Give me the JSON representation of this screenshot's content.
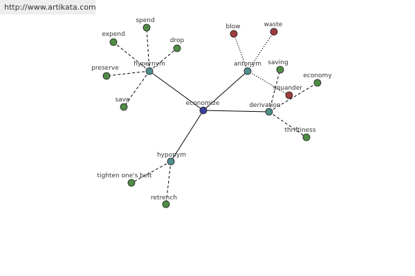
{
  "banner": {
    "url": "http://www.artikata.com"
  },
  "colors": {
    "center": "#3b3f9e",
    "relation": "#4f8f8c",
    "word": "#4f8c45",
    "antonym_word": "#9b3d3d"
  },
  "graph": {
    "nodes": [
      {
        "id": "economize",
        "label": "economize",
        "kind": "center"
      },
      {
        "id": "hypernym",
        "label": "hypernym",
        "kind": "relation"
      },
      {
        "id": "antonym",
        "label": "antonym",
        "kind": "relation"
      },
      {
        "id": "derivation",
        "label": "derivation",
        "kind": "relation"
      },
      {
        "id": "hyponym",
        "label": "hyponym",
        "kind": "relation"
      },
      {
        "id": "spend",
        "label": "spend",
        "kind": "word"
      },
      {
        "id": "expend",
        "label": "expend",
        "kind": "word"
      },
      {
        "id": "drop",
        "label": "drop",
        "kind": "word"
      },
      {
        "id": "preserve",
        "label": "preserve",
        "kind": "word"
      },
      {
        "id": "save",
        "label": "save",
        "kind": "word"
      },
      {
        "id": "blow",
        "label": "blow",
        "kind": "antonym_word"
      },
      {
        "id": "waste",
        "label": "waste",
        "kind": "antonym_word"
      },
      {
        "id": "squander",
        "label": "squander",
        "kind": "antonym_word"
      },
      {
        "id": "saving",
        "label": "saving",
        "kind": "word"
      },
      {
        "id": "economy",
        "label": "economy",
        "kind": "word"
      },
      {
        "id": "thriftiness",
        "label": "thriftiness",
        "kind": "word"
      },
      {
        "id": "tighten",
        "label": "tighten one's belt",
        "kind": "word"
      },
      {
        "id": "retrench",
        "label": "retrench",
        "kind": "word"
      }
    ],
    "edges": [
      {
        "from": "economize",
        "to": "hypernym",
        "style": "solid"
      },
      {
        "from": "economize",
        "to": "antonym",
        "style": "solid"
      },
      {
        "from": "economize",
        "to": "derivation",
        "style": "solid"
      },
      {
        "from": "economize",
        "to": "hyponym",
        "style": "solid"
      },
      {
        "from": "hypernym",
        "to": "spend",
        "style": "dashed"
      },
      {
        "from": "hypernym",
        "to": "expend",
        "style": "dashed"
      },
      {
        "from": "hypernym",
        "to": "drop",
        "style": "dashed"
      },
      {
        "from": "hypernym",
        "to": "preserve",
        "style": "dashed"
      },
      {
        "from": "hypernym",
        "to": "save",
        "style": "dashed"
      },
      {
        "from": "antonym",
        "to": "blow",
        "style": "dotted"
      },
      {
        "from": "antonym",
        "to": "waste",
        "style": "dotted"
      },
      {
        "from": "antonym",
        "to": "squander",
        "style": "dotted"
      },
      {
        "from": "derivation",
        "to": "saving",
        "style": "dashed"
      },
      {
        "from": "derivation",
        "to": "economy",
        "style": "dashed"
      },
      {
        "from": "derivation",
        "to": "thriftiness",
        "style": "dashed"
      },
      {
        "from": "hyponym",
        "to": "tighten",
        "style": "dashed"
      },
      {
        "from": "hyponym",
        "to": "retrench",
        "style": "dashed"
      }
    ]
  }
}
